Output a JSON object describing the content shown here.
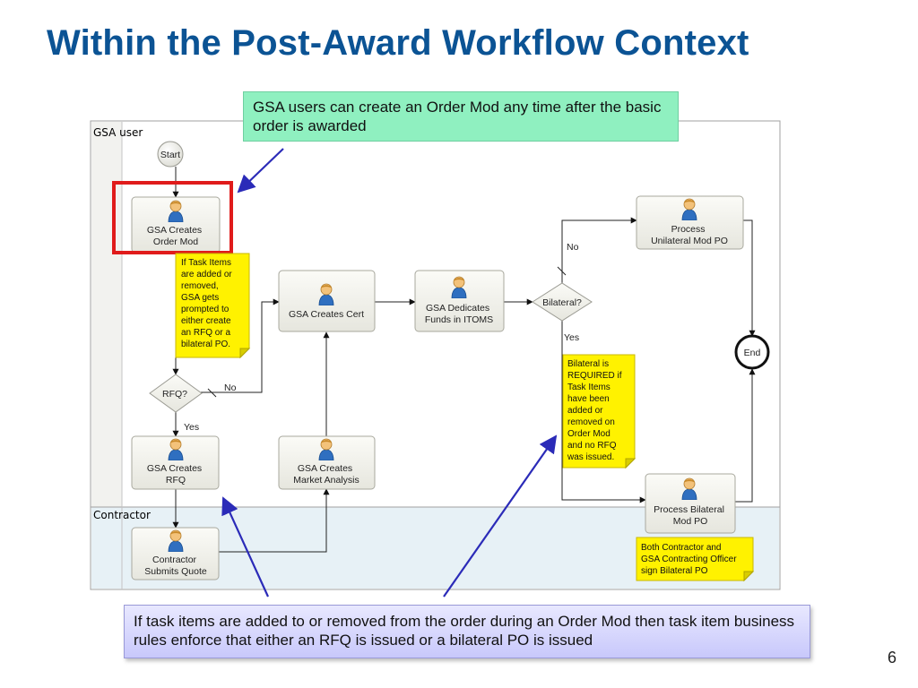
{
  "slide": {
    "title": "Within the Post-Award Workflow Context",
    "callout_top": "GSA users can create an Order Mod any time after the basic order is awarded",
    "callout_bottom": "If task items are added to or removed from the order during an Order Mod then task item business rules enforce that either an RFQ is issued or a bilateral PO is issued",
    "page_number": "6"
  },
  "diagram": {
    "lanes": [
      "GSA user",
      "Contractor"
    ],
    "nodes": {
      "start": "Start",
      "end": "End",
      "gsa_creates_order_mod": [
        "GSA Creates",
        "Order Mod"
      ],
      "gsa_creates_cert": [
        "GSA Creates Cert"
      ],
      "gsa_dedicates_funds": [
        "GSA Dedicates",
        "Funds in ITOMS"
      ],
      "process_unilateral": [
        "Process",
        "Unilateral Mod PO"
      ],
      "gsa_creates_rfq": [
        "GSA Creates",
        "RFQ"
      ],
      "gsa_creates_market_analysis": [
        "GSA Creates",
        "Market Analysis"
      ],
      "process_bilateral": [
        "Process Bilateral",
        "Mod PO"
      ],
      "contractor_submits_quote": [
        "Contractor",
        "Submits Quote"
      ],
      "rfq_decision": "RFQ?",
      "bilateral_decision": "Bilateral?"
    },
    "edge_labels": {
      "rfq_no": "No",
      "rfq_yes": "Yes",
      "bilateral_no": "No",
      "bilateral_yes": "Yes"
    },
    "notes": {
      "task_items": [
        "If Task Items",
        "are added or",
        "removed,",
        "GSA gets",
        "prompted to",
        "either create",
        "an RFQ or a",
        "bilateral PO."
      ],
      "bilateral_required": [
        "Bilateral is",
        "REQUIRED if",
        "Task Items",
        "have been",
        "added or",
        "removed on",
        "Order Mod",
        "and no RFQ",
        "was issued."
      ],
      "both_sign": [
        "Both Contractor and",
        "GSA Contracting Officer",
        "sign Bilateral PO"
      ]
    }
  }
}
